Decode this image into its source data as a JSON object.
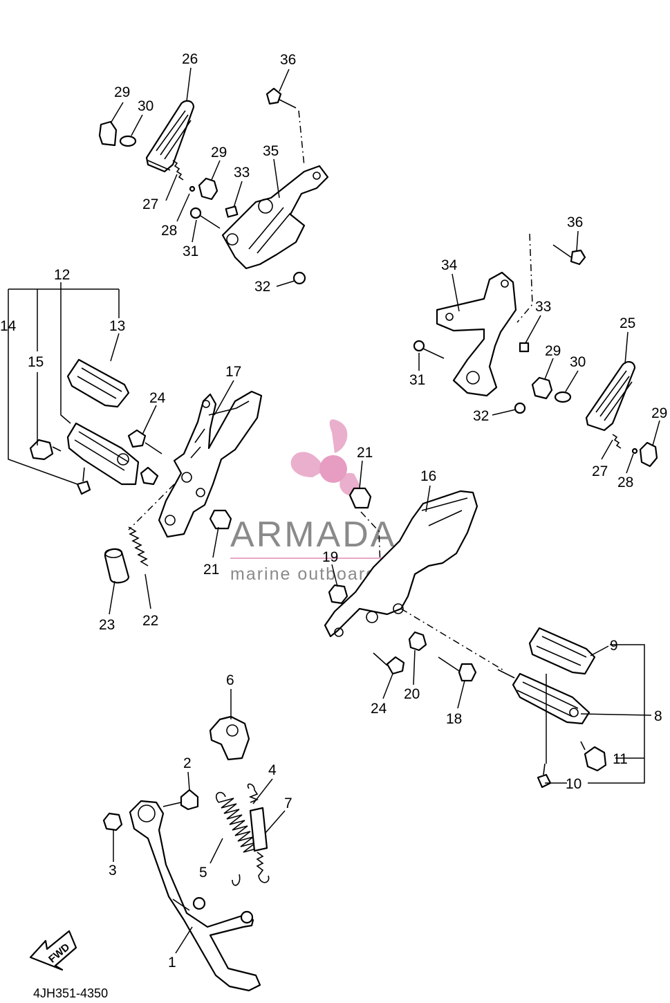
{
  "diagram": {
    "code": "4JH351-4350",
    "fwd_label": "FWD"
  },
  "watermark": {
    "brand": "ARMADA",
    "tagline": "marine outboards",
    "colors": {
      "propeller": "#e8a6c8",
      "text": "#8a8a8a"
    }
  },
  "callouts": {
    "c1": "1",
    "c2": "2",
    "c3": "3",
    "c4": "4",
    "c5": "5",
    "c6": "6",
    "c7": "7",
    "c8": "8",
    "c9": "9",
    "c10": "10",
    "c11": "11",
    "c12": "12",
    "c13": "13",
    "c14": "14",
    "c15": "15",
    "c16": "16",
    "c17": "17",
    "c18": "18",
    "c19": "19",
    "c20": "20",
    "c21a": "21",
    "c21b": "21",
    "c22": "22",
    "c23": "23",
    "c24a": "24",
    "c24b": "24",
    "c25": "25",
    "c26": "26",
    "c27a": "27",
    "c27b": "27",
    "c28a": "28",
    "c28b": "28",
    "c29a": "29",
    "c29b": "29",
    "c29c": "29",
    "c29d": "29",
    "c30a": "30",
    "c30b": "30",
    "c31a": "31",
    "c31b": "31",
    "c32a": "32",
    "c32b": "32",
    "c33a": "33",
    "c33b": "33",
    "c34": "34",
    "c35": "35",
    "c36a": "36",
    "c36b": "36"
  }
}
